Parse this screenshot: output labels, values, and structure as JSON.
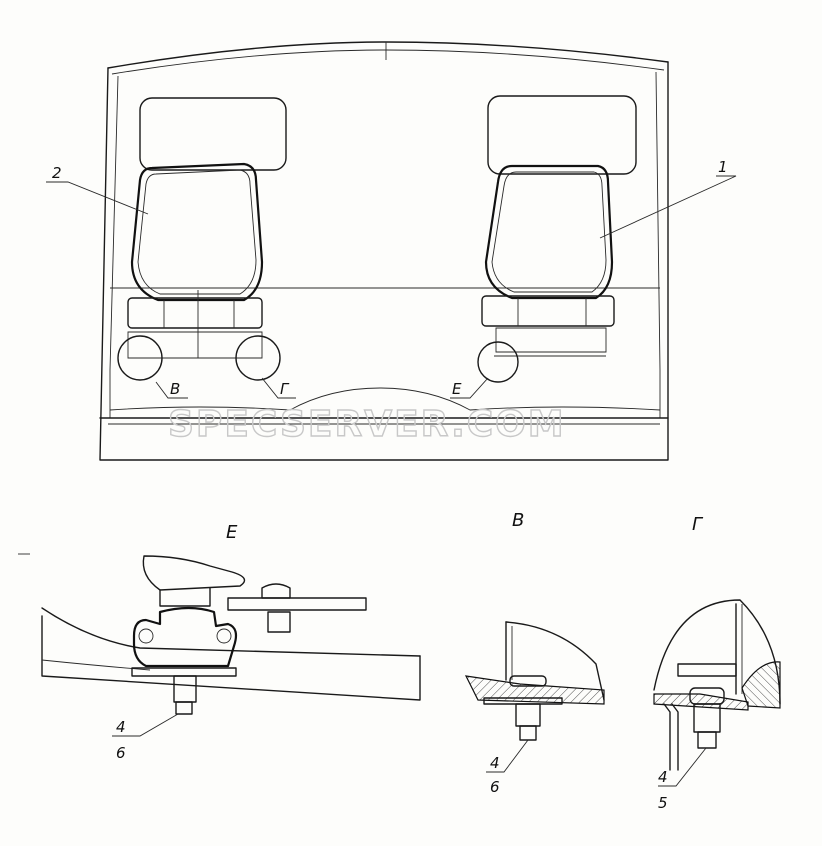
{
  "callouts": {
    "seat_right": "1",
    "seat_left": "2",
    "circle_b": "В",
    "circle_g": "Г",
    "circle_e": "Е"
  },
  "views": {
    "e": {
      "title": "Е",
      "top": "4",
      "bottom": "6"
    },
    "b": {
      "title": "В",
      "top": "4",
      "bottom": "6"
    },
    "g": {
      "title": "Г",
      "top": "4",
      "bottom": "5"
    }
  },
  "watermark": "SPECSERVER.COM"
}
